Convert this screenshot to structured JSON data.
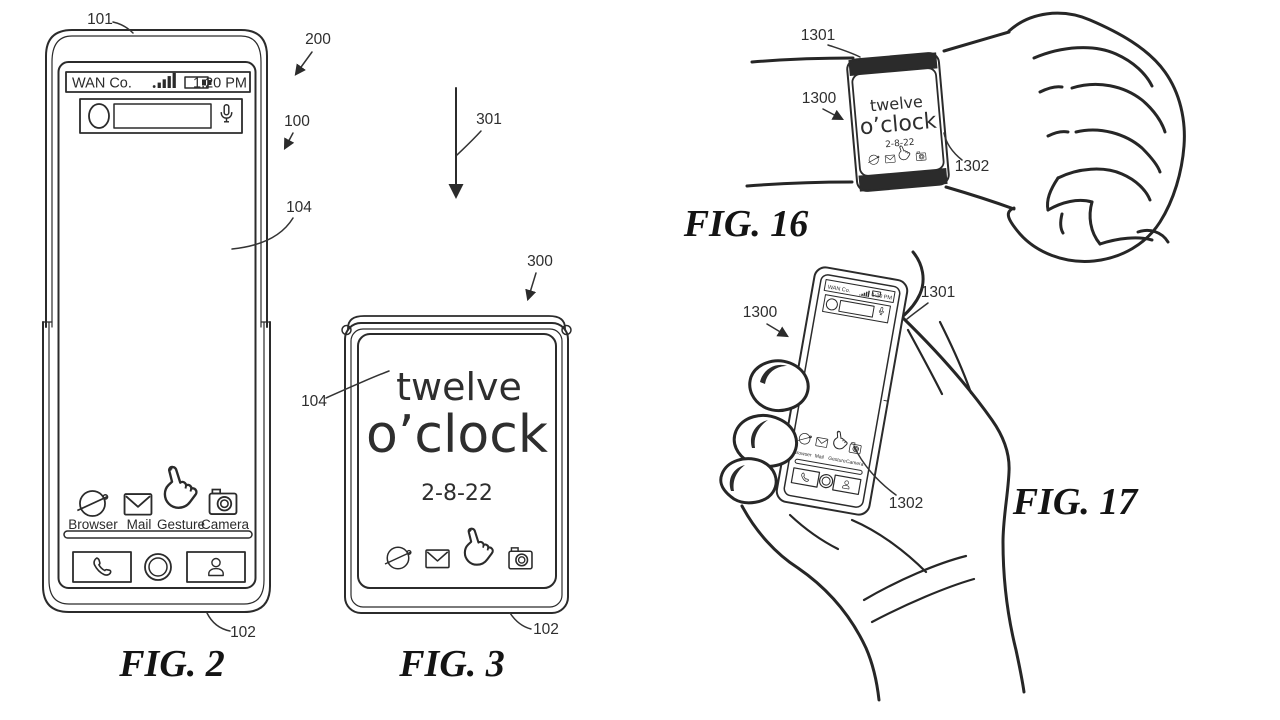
{
  "colors": {
    "ink": "#2b2b2b",
    "paper": "#ffffff"
  },
  "fig2": {
    "label": "FIG. 2",
    "refs": {
      "r101": "101",
      "r200": "200",
      "r100": "100",
      "r104": "104",
      "r102": "102"
    },
    "status": {
      "carrier": "WAN Co.",
      "time": "1:20 PM"
    },
    "apps": [
      {
        "label": "Browser"
      },
      {
        "label": "Mail"
      },
      {
        "label": "Gesture"
      },
      {
        "label": "Camera"
      }
    ]
  },
  "fig3": {
    "label": "FIG. 3",
    "refs": {
      "r301": "301",
      "r300": "300",
      "r104": "104",
      "r102": "102"
    },
    "clock": {
      "hour": "twelve",
      "minute": "o’clock",
      "date": "2-8-22"
    }
  },
  "fig16": {
    "label": "FIG. 16",
    "refs": {
      "r1301": "1301",
      "r1300": "1300",
      "r1302": "1302"
    },
    "clock": {
      "hour": "twelve",
      "minute": "o’clock",
      "date": "2-8-22"
    }
  },
  "fig17": {
    "label": "FIG. 17",
    "refs": {
      "r1300": "1300",
      "r1301": "1301",
      "r1302": "1302"
    },
    "status": {
      "carrier": "WAN Co.",
      "time": "1:20 PM"
    },
    "apps": [
      {
        "label": "Browser"
      },
      {
        "label": "Mail"
      },
      {
        "label": "Gesture"
      },
      {
        "label": "Camera"
      }
    ]
  }
}
